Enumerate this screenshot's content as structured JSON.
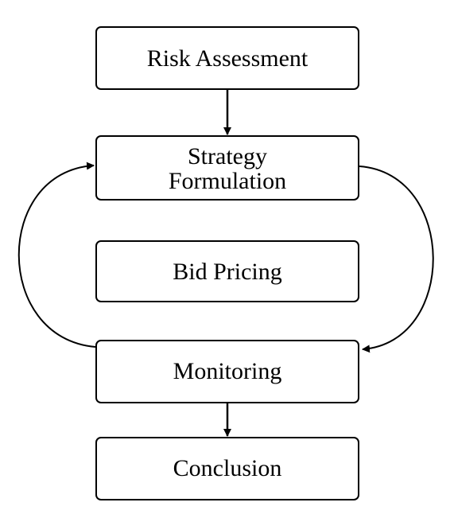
{
  "diagram": {
    "nodes": {
      "risk_assessment": {
        "lines": [
          "Risk Assessment"
        ]
      },
      "strategy_formulation": {
        "lines": [
          "Strategy",
          "Formulation"
        ]
      },
      "bid_pricing": {
        "lines": [
          "Bid Pricing"
        ]
      },
      "monitoring": {
        "lines": [
          "Monitoring"
        ]
      },
      "conclusion": {
        "lines": [
          "Conclusion"
        ]
      }
    },
    "colors": {
      "stroke": "#000000",
      "fill": "#ffffff",
      "text": "#000000"
    }
  }
}
